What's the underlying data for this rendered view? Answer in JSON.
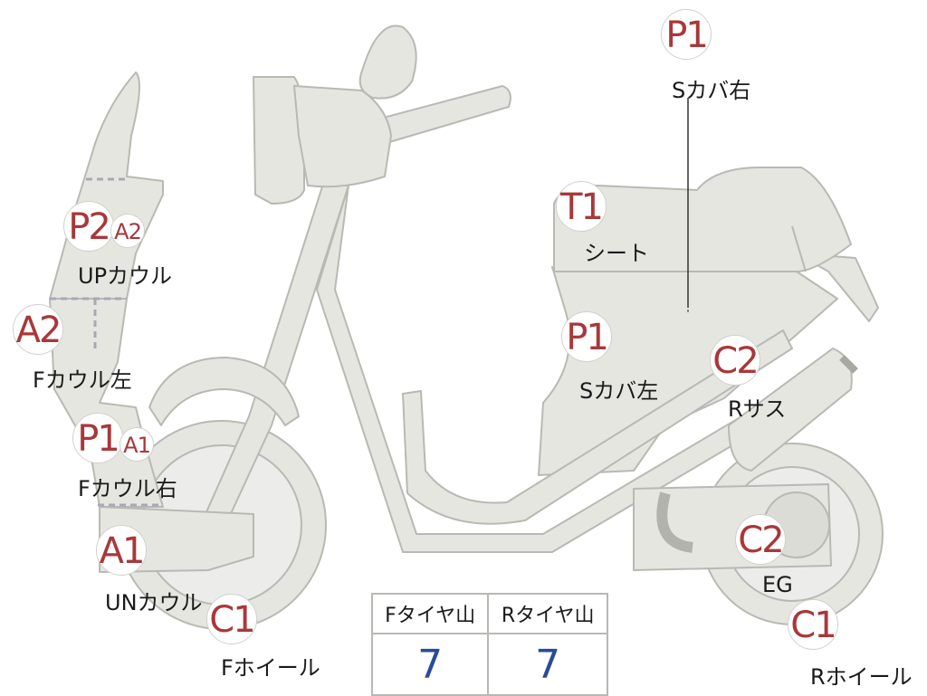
{
  "parts": {
    "p1_right": {
      "badge": "P1",
      "label": "Sカバ右"
    },
    "t1_seat": {
      "badge": "T1",
      "label": "シート"
    },
    "p2_up_cowl": {
      "badge": "P2",
      "sub_badge": "A2",
      "label": "UPカウル"
    },
    "a2_f_cowl_left": {
      "badge": "A2",
      "label": "Fカウル左"
    },
    "p1_left": {
      "badge": "P1",
      "label": "Sカバ左"
    },
    "c2_r_sus": {
      "badge": "C2",
      "label": "Rサス"
    },
    "p1_f_cowl_right": {
      "badge": "P1",
      "sub_badge": "A1",
      "label": "Fカウル右"
    },
    "a1_un_cowl": {
      "badge": "A1",
      "label": "UNカウル"
    },
    "c1_f_wheel": {
      "badge": "C1",
      "label": "Fホイール"
    },
    "c2_eg": {
      "badge": "C2",
      "label": "EG"
    },
    "c1_r_wheel": {
      "badge": "C1",
      "label": "Rホイール"
    }
  },
  "tire_table": {
    "headers": [
      "Fタイヤ山",
      "Rタイヤ山"
    ],
    "values": [
      "7",
      "7"
    ]
  },
  "colors": {
    "body_fill": "#e6e6e1",
    "body_stroke": "#b9b9b3",
    "badge_text": "#a8383a",
    "value_text": "#2a4a9a"
  }
}
